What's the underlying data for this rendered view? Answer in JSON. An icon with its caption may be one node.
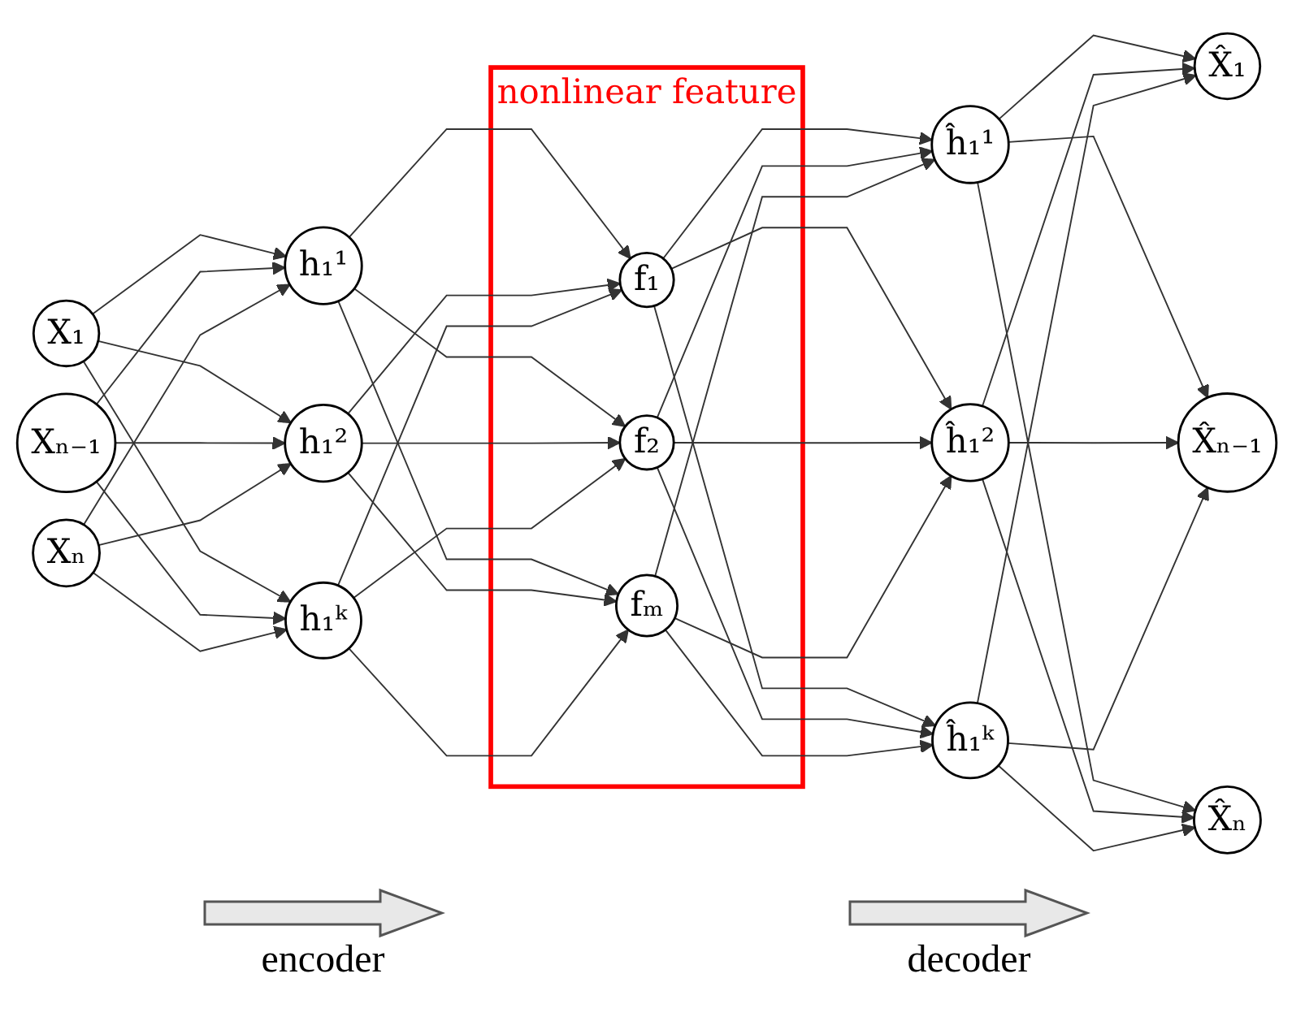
{
  "diagram": {
    "nodes": [
      {
        "text": [
          "X₁"
        ]
      },
      {
        "text": [
          "Xₙ₋₁"
        ]
      },
      {
        "text": [
          "Xₙ"
        ]
      },
      {
        "text": [
          "h₁¹"
        ]
      },
      {
        "text": [
          "h₁²"
        ]
      },
      {
        "text": [
          "h₁ᵏ"
        ]
      },
      {
        "text": [
          "nonlinear feature"
        ]
      },
      {
        "text": [
          "f₁"
        ],
        "in": 6
      },
      {
        "text": [
          "f₂"
        ],
        "in": 6
      },
      {
        "text": [
          "fₘ"
        ],
        "in": 6
      },
      {
        "text": [
          "ĥ₁¹"
        ]
      },
      {
        "text": [
          "ĥ₁²"
        ]
      },
      {
        "text": [
          "ĥ₁ᵏ"
        ]
      },
      {
        "text": [
          "X̂₁"
        ]
      },
      {
        "text": [
          "X̂ₙ₋₁"
        ]
      },
      {
        "text": [
          "X̂ₙ"
        ]
      }
    ],
    "edges": [
      {
        "from": 0,
        "to": 3,
        "arrow": "to"
      },
      {
        "from": 0,
        "to": 4,
        "arrow": "to"
      },
      {
        "from": 0,
        "to": 5,
        "arrow": "to"
      },
      {
        "from": 1,
        "to": 3,
        "arrow": "to"
      },
      {
        "from": 1,
        "to": 4,
        "arrow": "to"
      },
      {
        "from": 1,
        "to": 5,
        "arrow": "to"
      },
      {
        "from": 2,
        "to": 3,
        "arrow": "to"
      },
      {
        "from": 2,
        "to": 4,
        "arrow": "to"
      },
      {
        "from": 2,
        "to": 5,
        "arrow": "to"
      },
      {
        "from": 3,
        "to": 7,
        "arrow": "to"
      },
      {
        "from": 3,
        "to": 8,
        "arrow": "to"
      },
      {
        "from": 3,
        "to": 9,
        "arrow": "to"
      },
      {
        "from": 4,
        "to": 7,
        "arrow": "to"
      },
      {
        "from": 4,
        "to": 8,
        "arrow": "to"
      },
      {
        "from": 4,
        "to": 9,
        "arrow": "to"
      },
      {
        "from": 5,
        "to": 7,
        "arrow": "to"
      },
      {
        "from": 5,
        "to": 8,
        "arrow": "to"
      },
      {
        "from": 5,
        "to": 9,
        "arrow": "to"
      },
      {
        "from": 7,
        "to": 10,
        "arrow": "to"
      },
      {
        "from": 7,
        "to": 11,
        "arrow": "to"
      },
      {
        "from": 7,
        "to": 12,
        "arrow": "to"
      },
      {
        "from": 8,
        "to": 10,
        "arrow": "to"
      },
      {
        "from": 8,
        "to": 11,
        "arrow": "to"
      },
      {
        "from": 8,
        "to": 12,
        "arrow": "to"
      },
      {
        "from": 9,
        "to": 10,
        "arrow": "to"
      },
      {
        "from": 9,
        "to": 11,
        "arrow": "to"
      },
      {
        "from": 9,
        "to": 12,
        "arrow": "to"
      },
      {
        "from": 10,
        "to": 13,
        "arrow": "to"
      },
      {
        "from": 10,
        "to": 14,
        "arrow": "to"
      },
      {
        "from": 10,
        "to": 15,
        "arrow": "to"
      },
      {
        "from": 11,
        "to": 13,
        "arrow": "to"
      },
      {
        "from": 11,
        "to": 14,
        "arrow": "to"
      },
      {
        "from": 11,
        "to": 15,
        "arrow": "to"
      },
      {
        "from": 12,
        "to": 13,
        "arrow": "to"
      },
      {
        "from": 12,
        "to": 14,
        "arrow": "to"
      },
      {
        "from": 12,
        "to": 15,
        "arrow": "to"
      }
    ],
    "labels": [
      "encoder",
      "decoder"
    ]
  }
}
